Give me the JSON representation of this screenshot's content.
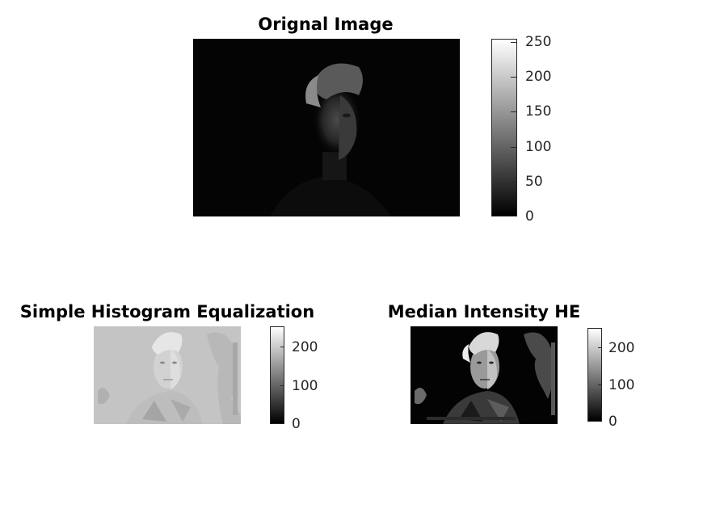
{
  "figure": {
    "panels": [
      {
        "title": "Orignal Image",
        "colorbar_ticks": [
          "250",
          "200",
          "150",
          "100",
          "50",
          "0"
        ]
      },
      {
        "title": "Simple Histogram Equalization",
        "colorbar_ticks": [
          "200",
          "100",
          "0"
        ]
      },
      {
        "title": "Median Intensity HE",
        "colorbar_ticks": [
          "200",
          "100",
          "0"
        ]
      }
    ]
  },
  "colors": {
    "background": "#ffffff",
    "axis_text": "#262626",
    "colormap": "gray"
  }
}
